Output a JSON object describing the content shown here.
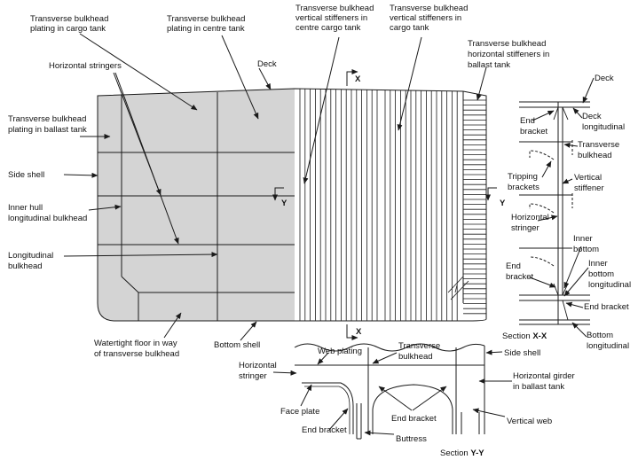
{
  "colors": {
    "line": "#1a1a1a",
    "shade": "#d4d4d4",
    "background": "#ffffff"
  },
  "labels": {
    "tb_plating_cargo_1": "Transverse bulkhead",
    "tb_plating_cargo_2": "plating in cargo tank",
    "tb_plating_centre_1": "Transverse bulkhead",
    "tb_plating_centre_2": "plating in centre tank",
    "tb_vstiff_centre_1": "Transverse bulkhead",
    "tb_vstiff_centre_2": "vertical stiffeners in",
    "tb_vstiff_centre_3": "centre cargo tank",
    "tb_vstiff_cargo_1": "Transverse bulkhead",
    "tb_vstiff_cargo_2": "vertical stiffeners in",
    "tb_vstiff_cargo_3": "cargo tank",
    "tb_hstiff_ballast_1": "Transverse bulkhead",
    "tb_hstiff_ballast_2": "horizontal stiffeners in",
    "tb_hstiff_ballast_3": "ballast tank",
    "horizontal_stringers": "Horizontal stringers",
    "deck_main": "Deck",
    "tb_plating_ballast_1": "Transverse bulkhead",
    "tb_plating_ballast_2": "plating in ballast tank",
    "side_shell_main": "Side shell",
    "inner_hull_1": "Inner hull",
    "inner_hull_2": "longitudinal bulkhead",
    "longitudinal_bulkhead_1": "Longitudinal",
    "longitudinal_bulkhead_2": "bulkhead",
    "watertight_floor_1": "Watertight floor in way",
    "watertight_floor_2": "of transverse bulkhead",
    "bottom_shell": "Bottom shell",
    "section_mark_x_top": "X",
    "section_mark_x_bottom": "X",
    "section_mark_y_left": "Y",
    "section_mark_y_right": "Y"
  },
  "section_xx": {
    "deck": "Deck",
    "end_bracket_top_1": "End",
    "end_bracket_top_2": "bracket",
    "deck_longitudinal_1": "Deck",
    "deck_longitudinal_2": "longitudinal",
    "transverse_bulkhead_1": "Transverse",
    "transverse_bulkhead_2": "bulkhead",
    "tripping_brackets_1": "Tripping",
    "tripping_brackets_2": "brackets",
    "vertical_stiffener_1": "Vertical",
    "vertical_stiffener_2": "stiffener",
    "horizontal_stringer_1": "Horizontal",
    "horizontal_stringer_2": "stringer",
    "inner_bottom_1": "Inner",
    "inner_bottom_2": "bottom",
    "inner_bottom_longitudinal_1": "Inner",
    "inner_bottom_longitudinal_2": "bottom",
    "inner_bottom_longitudinal_3": "longitudinal",
    "end_bracket_bottom_1": "End",
    "end_bracket_bottom_2": "bracket",
    "end_bracket_right": "End bracket",
    "bottom_longitudinal_1": "Bottom",
    "bottom_longitudinal_2": "longitudinal",
    "title_prefix": "Section ",
    "title_bold": "X-X"
  },
  "section_yy": {
    "web_plating": "Web plating",
    "transverse_bulkhead_1": "Transverse",
    "transverse_bulkhead_2": "bulkhead",
    "side_shell": "Side shell",
    "horizontal_stringer_1": "Horizontal",
    "horizontal_stringer_2": "stringer",
    "horizontal_girder_1": "Horizontal girder",
    "horizontal_girder_2": "in ballast tank",
    "face_plate": "Face plate",
    "end_bracket_centre": "End bracket",
    "end_bracket_left": "End bracket",
    "buttress": "Buttress",
    "vertical_web": "Vertical web",
    "title_prefix": "Section ",
    "title_bold": "Y-Y"
  }
}
